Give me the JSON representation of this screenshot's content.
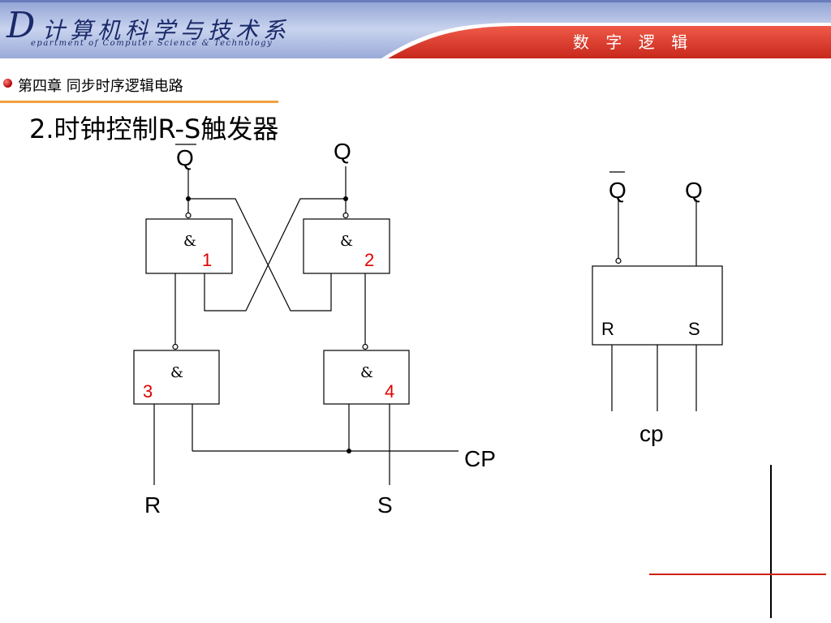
{
  "header": {
    "dept_initial": "D",
    "dept_name_cn": "计算机科学与技术系",
    "dept_name_en": "epartment of Computer Science & Technology",
    "course_title": "数 字 逻 辑",
    "colors": {
      "banner_blue": "#b8c4e4",
      "banner_red": "#e23a2c",
      "text_dark": "#1a2a6a"
    }
  },
  "chapter": {
    "bullet_color": "#c00000",
    "title": "第四章  同步时序逻辑电路",
    "underline_color": "#f0a040"
  },
  "subtitle": "2.时钟控制R-S触发器",
  "circuit": {
    "gates": [
      {
        "id": "gate-1",
        "symbol": "&",
        "number": "1"
      },
      {
        "id": "gate-2",
        "symbol": "&",
        "number": "2"
      },
      {
        "id": "gate-3",
        "symbol": "&",
        "number": "3"
      },
      {
        "id": "gate-4",
        "symbol": "&",
        "number": "4"
      }
    ],
    "output_qbar": "Q",
    "output_q": "Q",
    "input_r": "R",
    "input_s": "S",
    "clock": "CP",
    "number_color": "#e00000"
  },
  "block_symbol": {
    "output_qbar": "Q",
    "output_q": "Q",
    "input_r": "R",
    "input_s": "S",
    "clock": "cp"
  }
}
